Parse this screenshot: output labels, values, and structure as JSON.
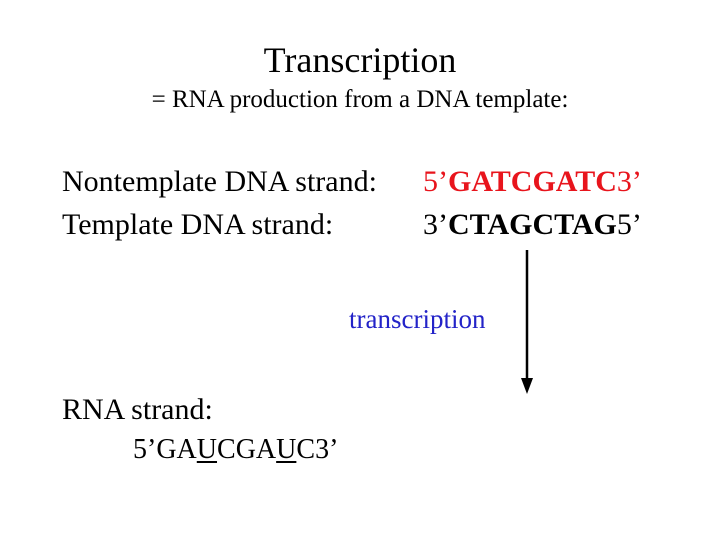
{
  "slide": {
    "title": "Transcription",
    "subtitle": "= RNA production from a DNA template:"
  },
  "nontemplate": {
    "label": "Nontemplate DNA strand:",
    "prime5": "5’",
    "bases": "GATCGATC",
    "prime3": "3’"
  },
  "template": {
    "label": "Template DNA strand:",
    "prime3": "3’",
    "bases": "CTAGCTAG",
    "prime5": "5’"
  },
  "process": {
    "label": "transcription",
    "arrow_icon": "down-arrow-icon"
  },
  "rna": {
    "label": "RNA strand:",
    "prime5": "5’",
    "part1": "GA",
    "u1": "U",
    "part2": "CGA",
    "u2": "U",
    "part3": "C",
    "prime3": "3’"
  },
  "colors": {
    "text": "#000000",
    "highlight_red": "#e8141c",
    "transcription_blue": "#2323c8"
  }
}
